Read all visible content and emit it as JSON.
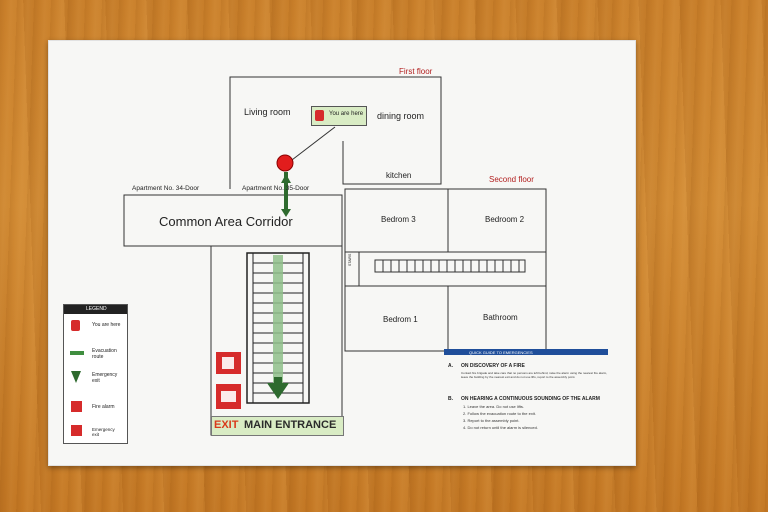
{
  "plan": {
    "first_floor": {
      "heading": "First floor",
      "living_room": "Living room",
      "dining_room": "dining room",
      "kitchen": "kitchen",
      "you_are_here": "You are here"
    },
    "corridor": {
      "apt34": "Apartment No. 34-Door",
      "apt35": "Apartment No. 35-Door",
      "name": "Common Area Corridor"
    },
    "exit": {
      "exit_word": "EXIT",
      "main_entrance": "MAIN ENTRANCE"
    },
    "second_floor": {
      "heading": "Second floor",
      "bedroom3": "Bedrom 3",
      "bedroom2": "Bedroom 2",
      "bedroom1": "Bedrom 1",
      "bathroom": "Bathroom",
      "side_label": "STAIRS"
    }
  },
  "legend": {
    "title": "LEGEND",
    "items": [
      {
        "icon": "you-are-here-icon",
        "label": "You are here"
      },
      {
        "icon": "evacuation-arrow-icon",
        "label": "Evacuation route"
      },
      {
        "icon": "emergency-exit-icon",
        "label": "Emergency exit"
      },
      {
        "icon": "fire-alarm-icon",
        "label": "Fire alarm"
      },
      {
        "icon": "extinguisher-icon",
        "label": "Emergency exit"
      }
    ]
  },
  "instructions": {
    "header": "QUICK GUIDE TO EMERGENCIES",
    "a_letter": "A.",
    "a_title": "ON DISCOVERY OF A FIRE",
    "a_body": "Contact fire brigade and take care that no persons are left behind, raise the alarm using the nearest fire alarm, leave the building by the nearest exit and do not use lifts, report to the assembly point.",
    "b_letter": "B.",
    "b_title": "ON HEARING A CONTINUOUS SOUNDING OF THE ALARM",
    "b_items": [
      "1. Leave the area. Do not use lifts.",
      "2. Follow the evacuation route to the exit.",
      "3. Report to the assembly point.",
      "4. Do not return until the alarm is silenced."
    ]
  },
  "colors": {
    "red": "#b22020",
    "green": "#3f8e3f",
    "blue": "#1f4e9a"
  }
}
